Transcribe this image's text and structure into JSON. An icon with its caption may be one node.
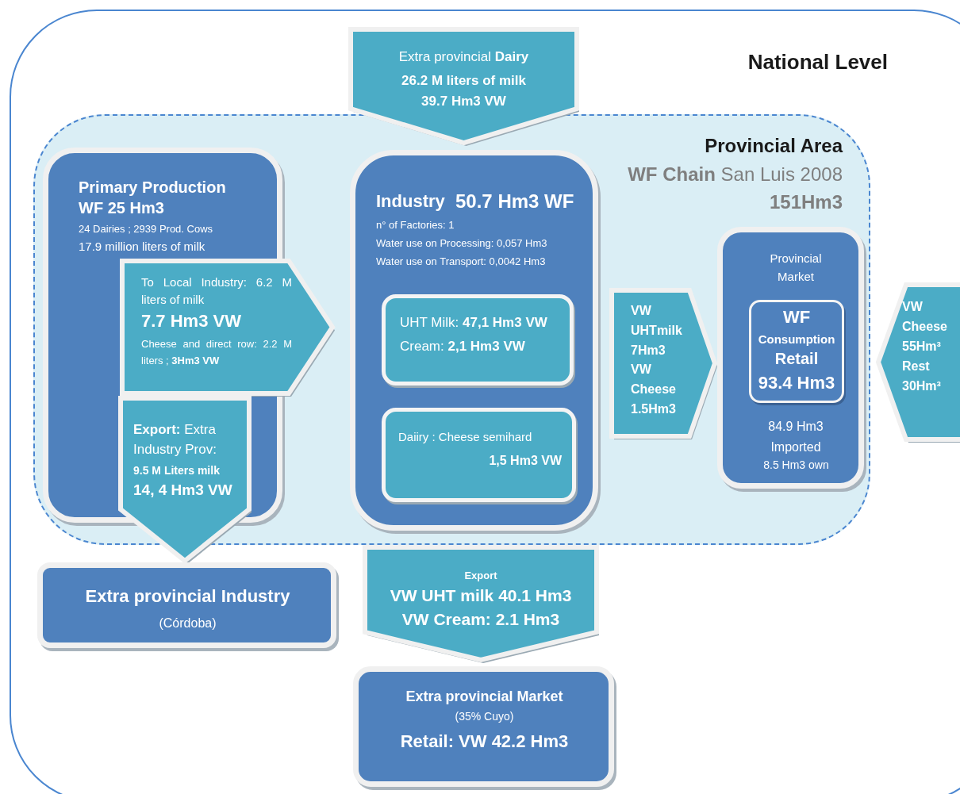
{
  "diagram": {
    "nodes": [
      {
        "text": [
          "National Level"
        ]
      },
      {
        "text": [
          "Provincial Area",
          "**WF Chain** San Luis 2008",
          "151Hm3"
        ],
        "in": 0
      },
      {
        "text": [
          "Extra provincial **Dairy**",
          "26.2 M liters of milk",
          "39.7 Hm3 VW"
        ],
        "in": 0
      },
      {
        "text": [
          "Primary Production",
          "WF 25 Hm3",
          "24 Dairies ; 2939 Prod. Cows",
          "17.9 million liters of milk"
        ],
        "in": 1
      },
      {
        "text": [
          "To Local Industry: 6.2 M liters of milk",
          "7.7 Hm3 VW",
          "Cheese and direct row: 2.2 M liters ; **3Hm3 VW**"
        ],
        "in": 1
      },
      {
        "text": [
          "**Export:** Extra Industry Prov:",
          "9.5 M Liters milk",
          "14, 4 Hm3 VW"
        ],
        "in": 0
      },
      {
        "text": [
          "Industry",
          "50.7 Hm3 WF",
          "n° of Factories: 1",
          "Water use on Processing: 0,057 Hm3",
          "Water use on Transport: 0,0042 Hm3"
        ],
        "in": 1
      },
      {
        "text": [
          "UHT Milk: **47,1 Hm3 VW**",
          "Cream: **2,1 Hm3 VW**"
        ],
        "in": 6
      },
      {
        "text": [
          "Daiiry : Cheese semihard",
          "1,5 Hm3 VW"
        ],
        "in": 6
      },
      {
        "text": [
          "VW UHTmilk 7Hm3",
          "VW Cheese 1.5Hm3"
        ],
        "in": 1
      },
      {
        "text": [
          "Provincial Market",
          "84.9 Hm3 Imported",
          "8.5 Hm3 own"
        ],
        "in": 1
      },
      {
        "text": [
          "WF",
          "Consumption",
          "Retail",
          "93.4 Hm3"
        ],
        "in": 10
      },
      {
        "text": [
          "VW Cheese 55Hm³",
          "Rest 30Hm³"
        ],
        "in": 0
      },
      {
        "text": [
          "Extra provincial Industry",
          "(Córdoba)"
        ],
        "in": 0
      },
      {
        "text": [
          "Export",
          "VW UHT milk 40.1 Hm3",
          "VW Cream: 2.1 Hm3"
        ],
        "in": 0
      },
      {
        "text": [
          "Extra provincial Market",
          "(35% Cuyo)",
          "Retail: VW 42.2 Hm3"
        ],
        "in": 0
      }
    ]
  }
}
